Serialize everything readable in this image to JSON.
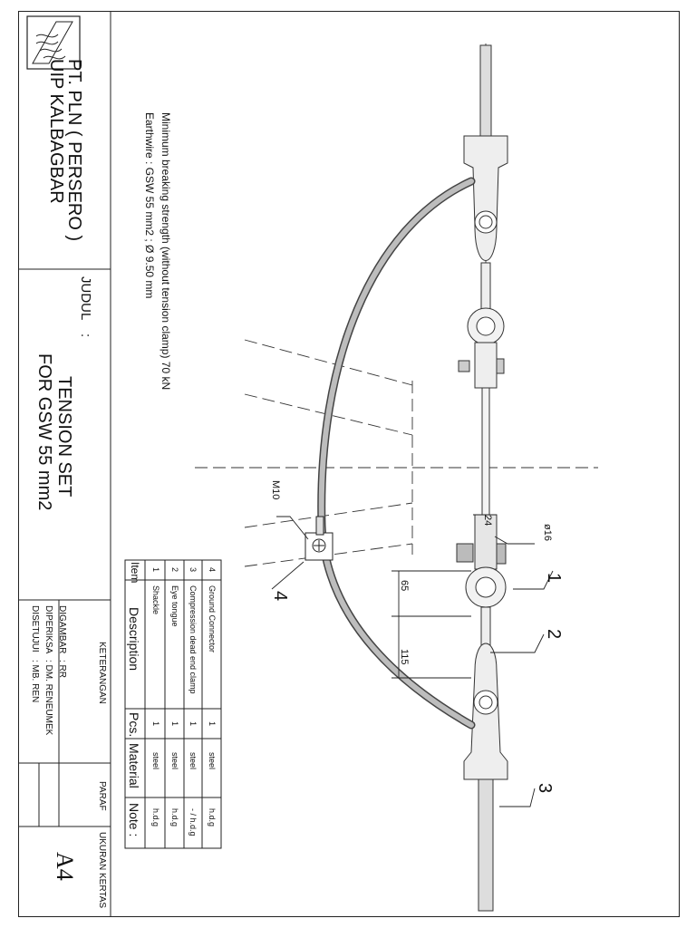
{
  "company": {
    "line1": "PT. PLN ( PERSERO )",
    "line2": "UIP KALBAGBAR"
  },
  "title_block": {
    "judul_label": "JUDUL",
    "judul_sep": ":",
    "title_line1": "TENSION SET",
    "title_line2": "FOR GSW 55 mm2",
    "keterangan": "KETERANGAN",
    "paraf": "PARAF",
    "ukuran_kertas": "UKURAN KERTAS",
    "paper_size": "A4",
    "rows": [
      {
        "label": "DIGAMBAR",
        "value": ": RR"
      },
      {
        "label": "DIPERIKSA",
        "value": ": DM. RENEUMEK"
      },
      {
        "label": "DISETUJUI",
        "value": ": MB. REN"
      }
    ]
  },
  "notes": {
    "line1": "Minimum breaking strength (without tension clamp) 70 kN",
    "line2": "Earthwire : GSW 55 mm2 ;   Ø 9.50 mm"
  },
  "parts_table": {
    "headers": {
      "item": "Item",
      "description": "Description",
      "pcs": "Pcs.",
      "material": "Material",
      "note": "Note :"
    },
    "rows": [
      {
        "item": "4",
        "description": "Ground Connector",
        "pcs": "1",
        "material": "steel",
        "note": "h.d.g"
      },
      {
        "item": "3",
        "description": "Compression dead end clamp",
        "pcs": "1",
        "material": "steel",
        "note": "- / h.d.g"
      },
      {
        "item": "2",
        "description": "Eye tongue",
        "pcs": "1",
        "material": "steel",
        "note": "h.d.g"
      },
      {
        "item": "1",
        "description": "Shackle",
        "pcs": "1",
        "material": "steel",
        "note": "h.d.g"
      }
    ]
  },
  "drawing": {
    "callouts": [
      "1",
      "2",
      "3",
      "4"
    ],
    "dim_65": "65",
    "dim_115": "115",
    "dim_24": "24",
    "dim_phi16": "ø16",
    "label_m10": "M10"
  }
}
